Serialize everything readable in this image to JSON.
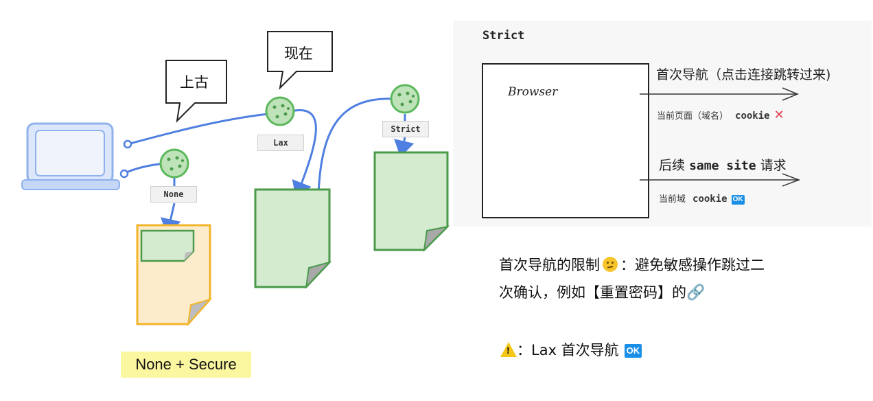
{
  "left": {
    "bubbles": {
      "ancient": "上古",
      "now": "现在"
    },
    "tags": {
      "none": "None",
      "lax": "Lax",
      "strict": "Strict"
    },
    "secure_badge": "None + Secure"
  },
  "right": {
    "title": "Strict",
    "browser_label": "Browser",
    "first_nav_label": "首次导航（点击连接跳转过来)",
    "first_nav_cookie_prefix": "当前页面（域名）",
    "cookie_word": "cookie",
    "follow_prefix": "后续",
    "follow_code": "same site",
    "follow_suffix": "请求",
    "follow_cookie_prefix": "当前域",
    "ok": "OK"
  },
  "notes": {
    "line1_a": "首次导航的限制",
    "line1_b": "：避免敏感操作跳过二",
    "line2": "次确认，例如【重置密码】的",
    "line3": "：Lax 首次导航",
    "ok": "OK"
  },
  "icons": [
    "laptop-icon",
    "cookie-icon",
    "document-icon",
    "thinking-face-icon",
    "link-icon",
    "warning-icon",
    "ok-icon",
    "cross-icon"
  ],
  "colors": {
    "arrow": "#4f7fe0",
    "cookie": "#5cb85c",
    "doc_green": "#d4ebd0",
    "doc_yellow": "#fdeccb",
    "cross": "#e33a4a",
    "ok": "#1b8fe8"
  }
}
